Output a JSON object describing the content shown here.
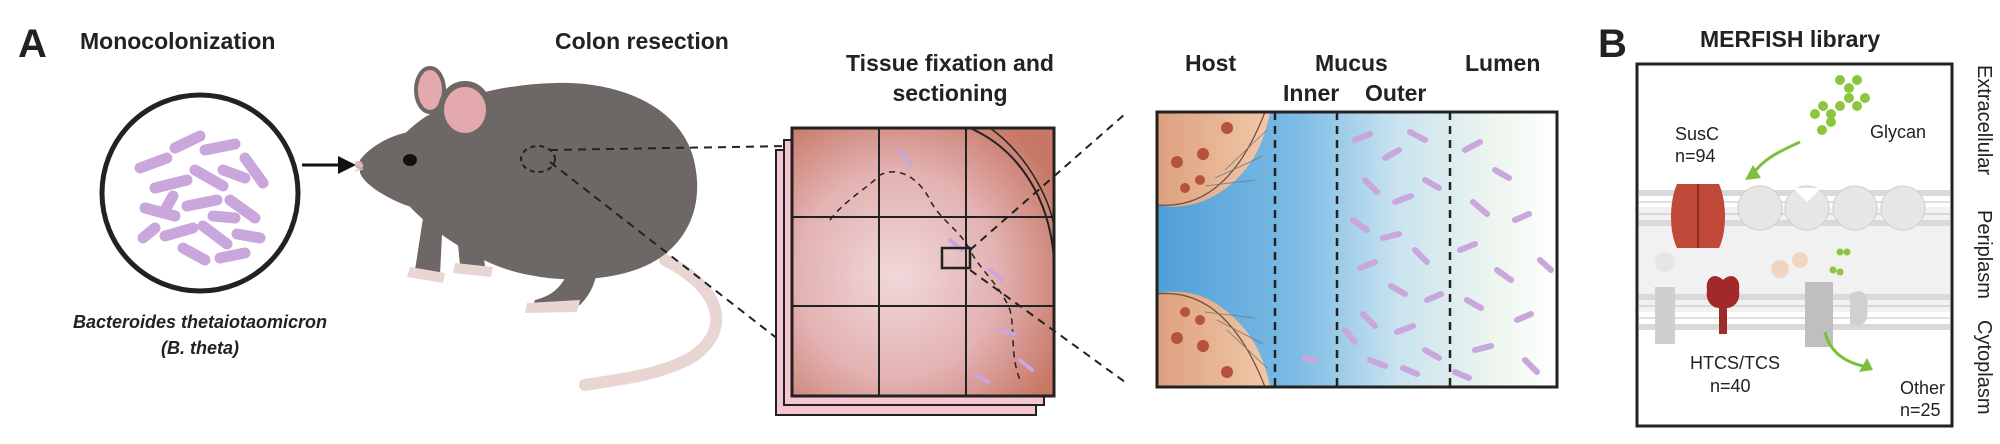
{
  "panel_a": {
    "letter": "A",
    "monocolonization": "Monocolonization",
    "species": "Bacteroides thetaiotaomicron",
    "species_short": "(B. theta)",
    "colon_resection": "Colon resection",
    "tissue_fixation_line1": "Tissue fixation and",
    "tissue_fixation_line2": "sectioning",
    "host": "Host",
    "mucus": "Mucus",
    "inner": "Inner",
    "outer": "Outer",
    "lumen": "Lumen"
  },
  "panel_b": {
    "letter": "B",
    "title": "MERFISH library",
    "susc_label": "SusC",
    "susc_n": "n=94",
    "glycan": "Glycan",
    "htcs_label": "HTCS/TCS",
    "htcs_n": "n=40",
    "other_label": "Other",
    "other_n": "n=25",
    "extracellular": "Extracellular",
    "periplasm": "Periplasm",
    "cytoplasm": "Cytoplasm"
  },
  "colors": {
    "bacteria": "#c9a6dc",
    "mouse": "#6d6866",
    "tissue": "#c77766",
    "host_tissue": "#e9b291",
    "mucus_blue": "#5aa8dc",
    "susc_red": "#c0493a",
    "glycan_green": "#8cc63f",
    "arrow_green": "#7cbf3a"
  }
}
